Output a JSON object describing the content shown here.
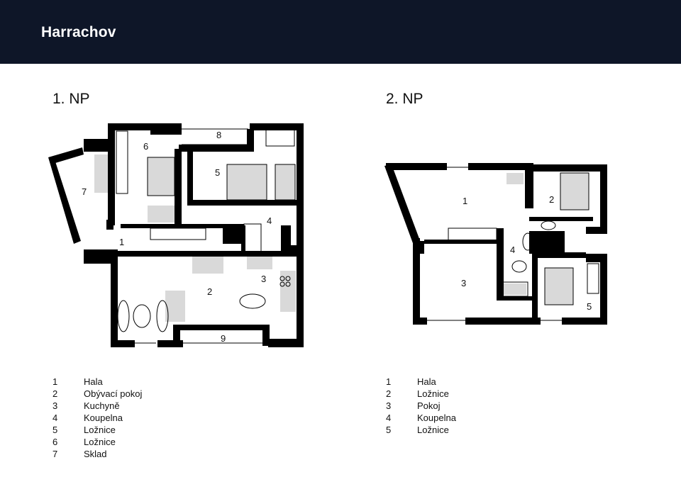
{
  "header": {
    "title": "Harrachov"
  },
  "floors": [
    {
      "title": "1. NP",
      "rooms": [
        {
          "num": "1",
          "name": "Hala"
        },
        {
          "num": "2",
          "name": "Obývací pokoj"
        },
        {
          "num": "3",
          "name": "Kuchyně"
        },
        {
          "num": "4",
          "name": "Koupelna"
        },
        {
          "num": "5",
          "name": "Ložnice"
        },
        {
          "num": "6",
          "name": "Ložnice"
        },
        {
          "num": "7",
          "name": "Sklad"
        }
      ],
      "plan_labels": [
        "8",
        "9"
      ]
    },
    {
      "title": "2. NP",
      "rooms": [
        {
          "num": "1",
          "name": "Hala"
        },
        {
          "num": "2",
          "name": "Ložnice"
        },
        {
          "num": "3",
          "name": "Pokoj"
        },
        {
          "num": "4",
          "name": "Koupelna"
        },
        {
          "num": "5",
          "name": "Ložnice"
        }
      ]
    }
  ],
  "colors": {
    "header_bg": "#0e1628",
    "wall": "#000000",
    "furniture": "#d9d9d9"
  }
}
